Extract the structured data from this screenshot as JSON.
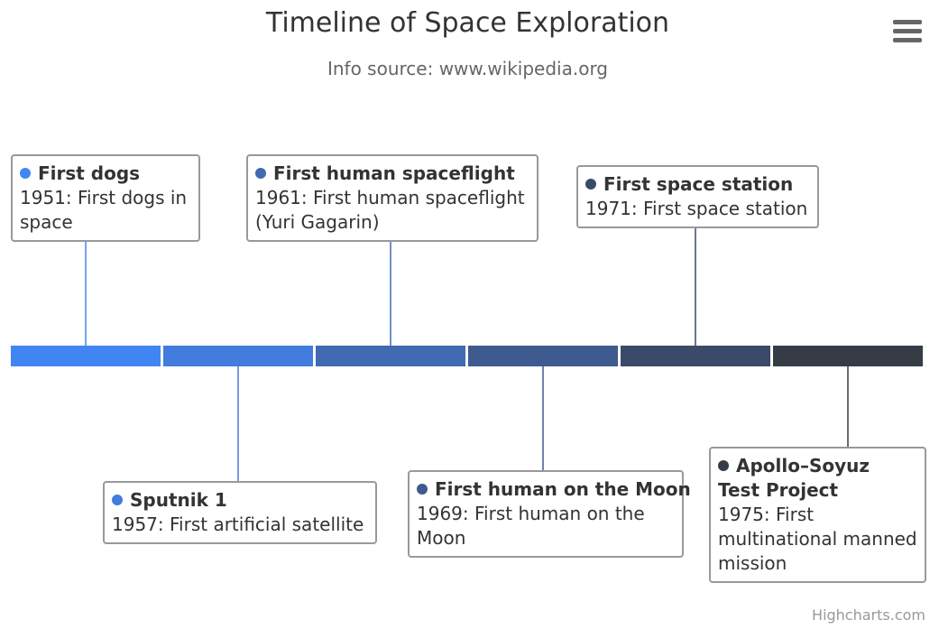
{
  "title": "Timeline of Space Exploration",
  "subtitle": "Info source: www.wikipedia.org",
  "menu_icon": "hamburger-menu-icon",
  "credits": "Highcharts.com",
  "chart_data": {
    "type": "timeline",
    "title": "Timeline of Space Exploration",
    "subtitle": "Info source: www.wikipedia.org",
    "points": [
      {
        "name": "First dogs",
        "label": "1951: First dogs in space",
        "color": "#4185F3"
      },
      {
        "name": "Sputnik 1",
        "label": "1957: First artificial satellite",
        "color": "#427CDD"
      },
      {
        "name": "First human spaceflight",
        "label": "1961: First human spaceflight (Yuri Gagarin)",
        "color": "#406AB2"
      },
      {
        "name": "First human on the Moon",
        "label": "1969: First human on the Moon",
        "color": "#3E5A8E"
      },
      {
        "name": "First space station",
        "label": "1971: First space station",
        "color": "#3B4A68"
      },
      {
        "name": "Apollo–Soyuz Test Project",
        "label": "1975: First multinational manned mission",
        "color": "#363C46"
      }
    ]
  }
}
